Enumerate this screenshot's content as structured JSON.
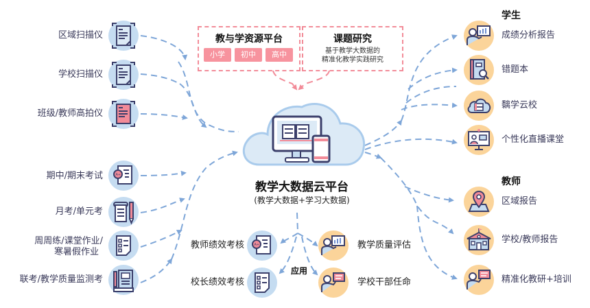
{
  "top_boxes": {
    "resource_platform": {
      "title": "教与学资源平台",
      "tags": [
        "小学",
        "初中",
        "高中"
      ]
    },
    "research": {
      "title": "课题研究",
      "subtitle_lines": [
        "基于教学大数据的",
        "精准化教学实践研究"
      ]
    }
  },
  "center": {
    "title": "教学大数据云平台",
    "subtitle": "(教学大数据+学习大数据)"
  },
  "inputs": {
    "devices": [
      {
        "label": "区域扫描仪",
        "icon": "scanner-icon"
      },
      {
        "label": "学校扫描仪",
        "icon": "scanner-icon"
      },
      {
        "label": "班级/教师高拍仪",
        "icon": "document-camera-icon"
      }
    ],
    "exams": [
      {
        "label": "期中/期末考试",
        "icon": "graded-paper-icon"
      },
      {
        "label": "月考/单元考",
        "icon": "scroll-pen-icon"
      },
      {
        "label_lines": [
          "周周练/课堂作业/",
          "寒暑假作业"
        ],
        "icon": "checklist-icon"
      },
      {
        "label": "联考/教学质量监测考",
        "icon": "notebook-ruler-icon"
      }
    ]
  },
  "students": {
    "header": "学生",
    "items": [
      {
        "label": "成绩分析报告",
        "icon": "presenter-chart-icon"
      },
      {
        "label": "错题本",
        "icon": "book-search-icon"
      },
      {
        "label": "黐学云校",
        "icon": "cloud-server-icon"
      },
      {
        "label": "个性化直播课堂",
        "icon": "live-class-icon"
      }
    ]
  },
  "teachers": {
    "header": "教师",
    "items": [
      {
        "label": "区域报告",
        "icon": "map-pin-icon"
      },
      {
        "label": "学校/教师报告",
        "icon": "school-building-icon"
      },
      {
        "label": "精准化教研+培训",
        "icon": "presenter-board-icon"
      }
    ]
  },
  "applications": {
    "label": "应用",
    "items": [
      {
        "label": "教师绩效考核",
        "icon": "graded-paper-icon"
      },
      {
        "label": "校长绩效考核",
        "icon": "checklist-icon"
      },
      {
        "label": "教学质量评估",
        "icon": "presenter-chart-icon"
      },
      {
        "label": "学校干部任命",
        "icon": "presenter-board-icon"
      }
    ]
  },
  "colors": {
    "arrow_blue": "#7ea6d8",
    "arrow_pink": "#f28b98",
    "icon_blue_bg": "#c5dcf1",
    "icon_peach_bg": "#fbd49a",
    "tag_pink": "#f7939e",
    "outline_navy": "#3b3f6b"
  }
}
